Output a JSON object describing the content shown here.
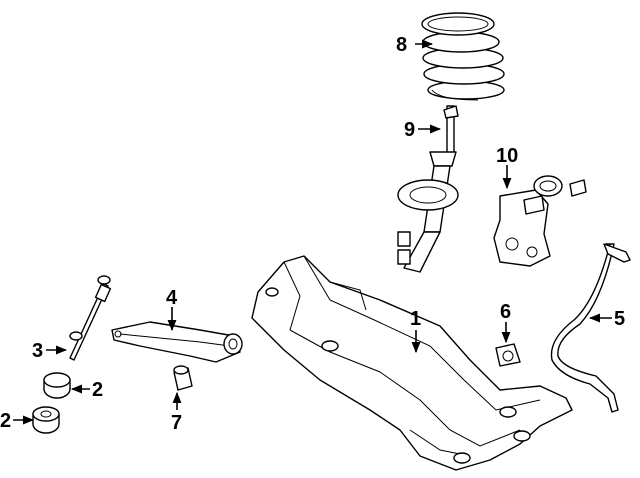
{
  "callouts": [
    {
      "id": "1",
      "label": "1"
    },
    {
      "id": "2a",
      "label": "2"
    },
    {
      "id": "2b",
      "label": "2"
    },
    {
      "id": "3",
      "label": "3"
    },
    {
      "id": "4",
      "label": "4"
    },
    {
      "id": "5",
      "label": "5"
    },
    {
      "id": "6",
      "label": "6"
    },
    {
      "id": "7",
      "label": "7"
    },
    {
      "id": "8",
      "label": "8"
    },
    {
      "id": "9",
      "label": "9"
    },
    {
      "id": "10",
      "label": "10"
    }
  ],
  "colors": {
    "line": "#000000",
    "background": "#ffffff"
  }
}
